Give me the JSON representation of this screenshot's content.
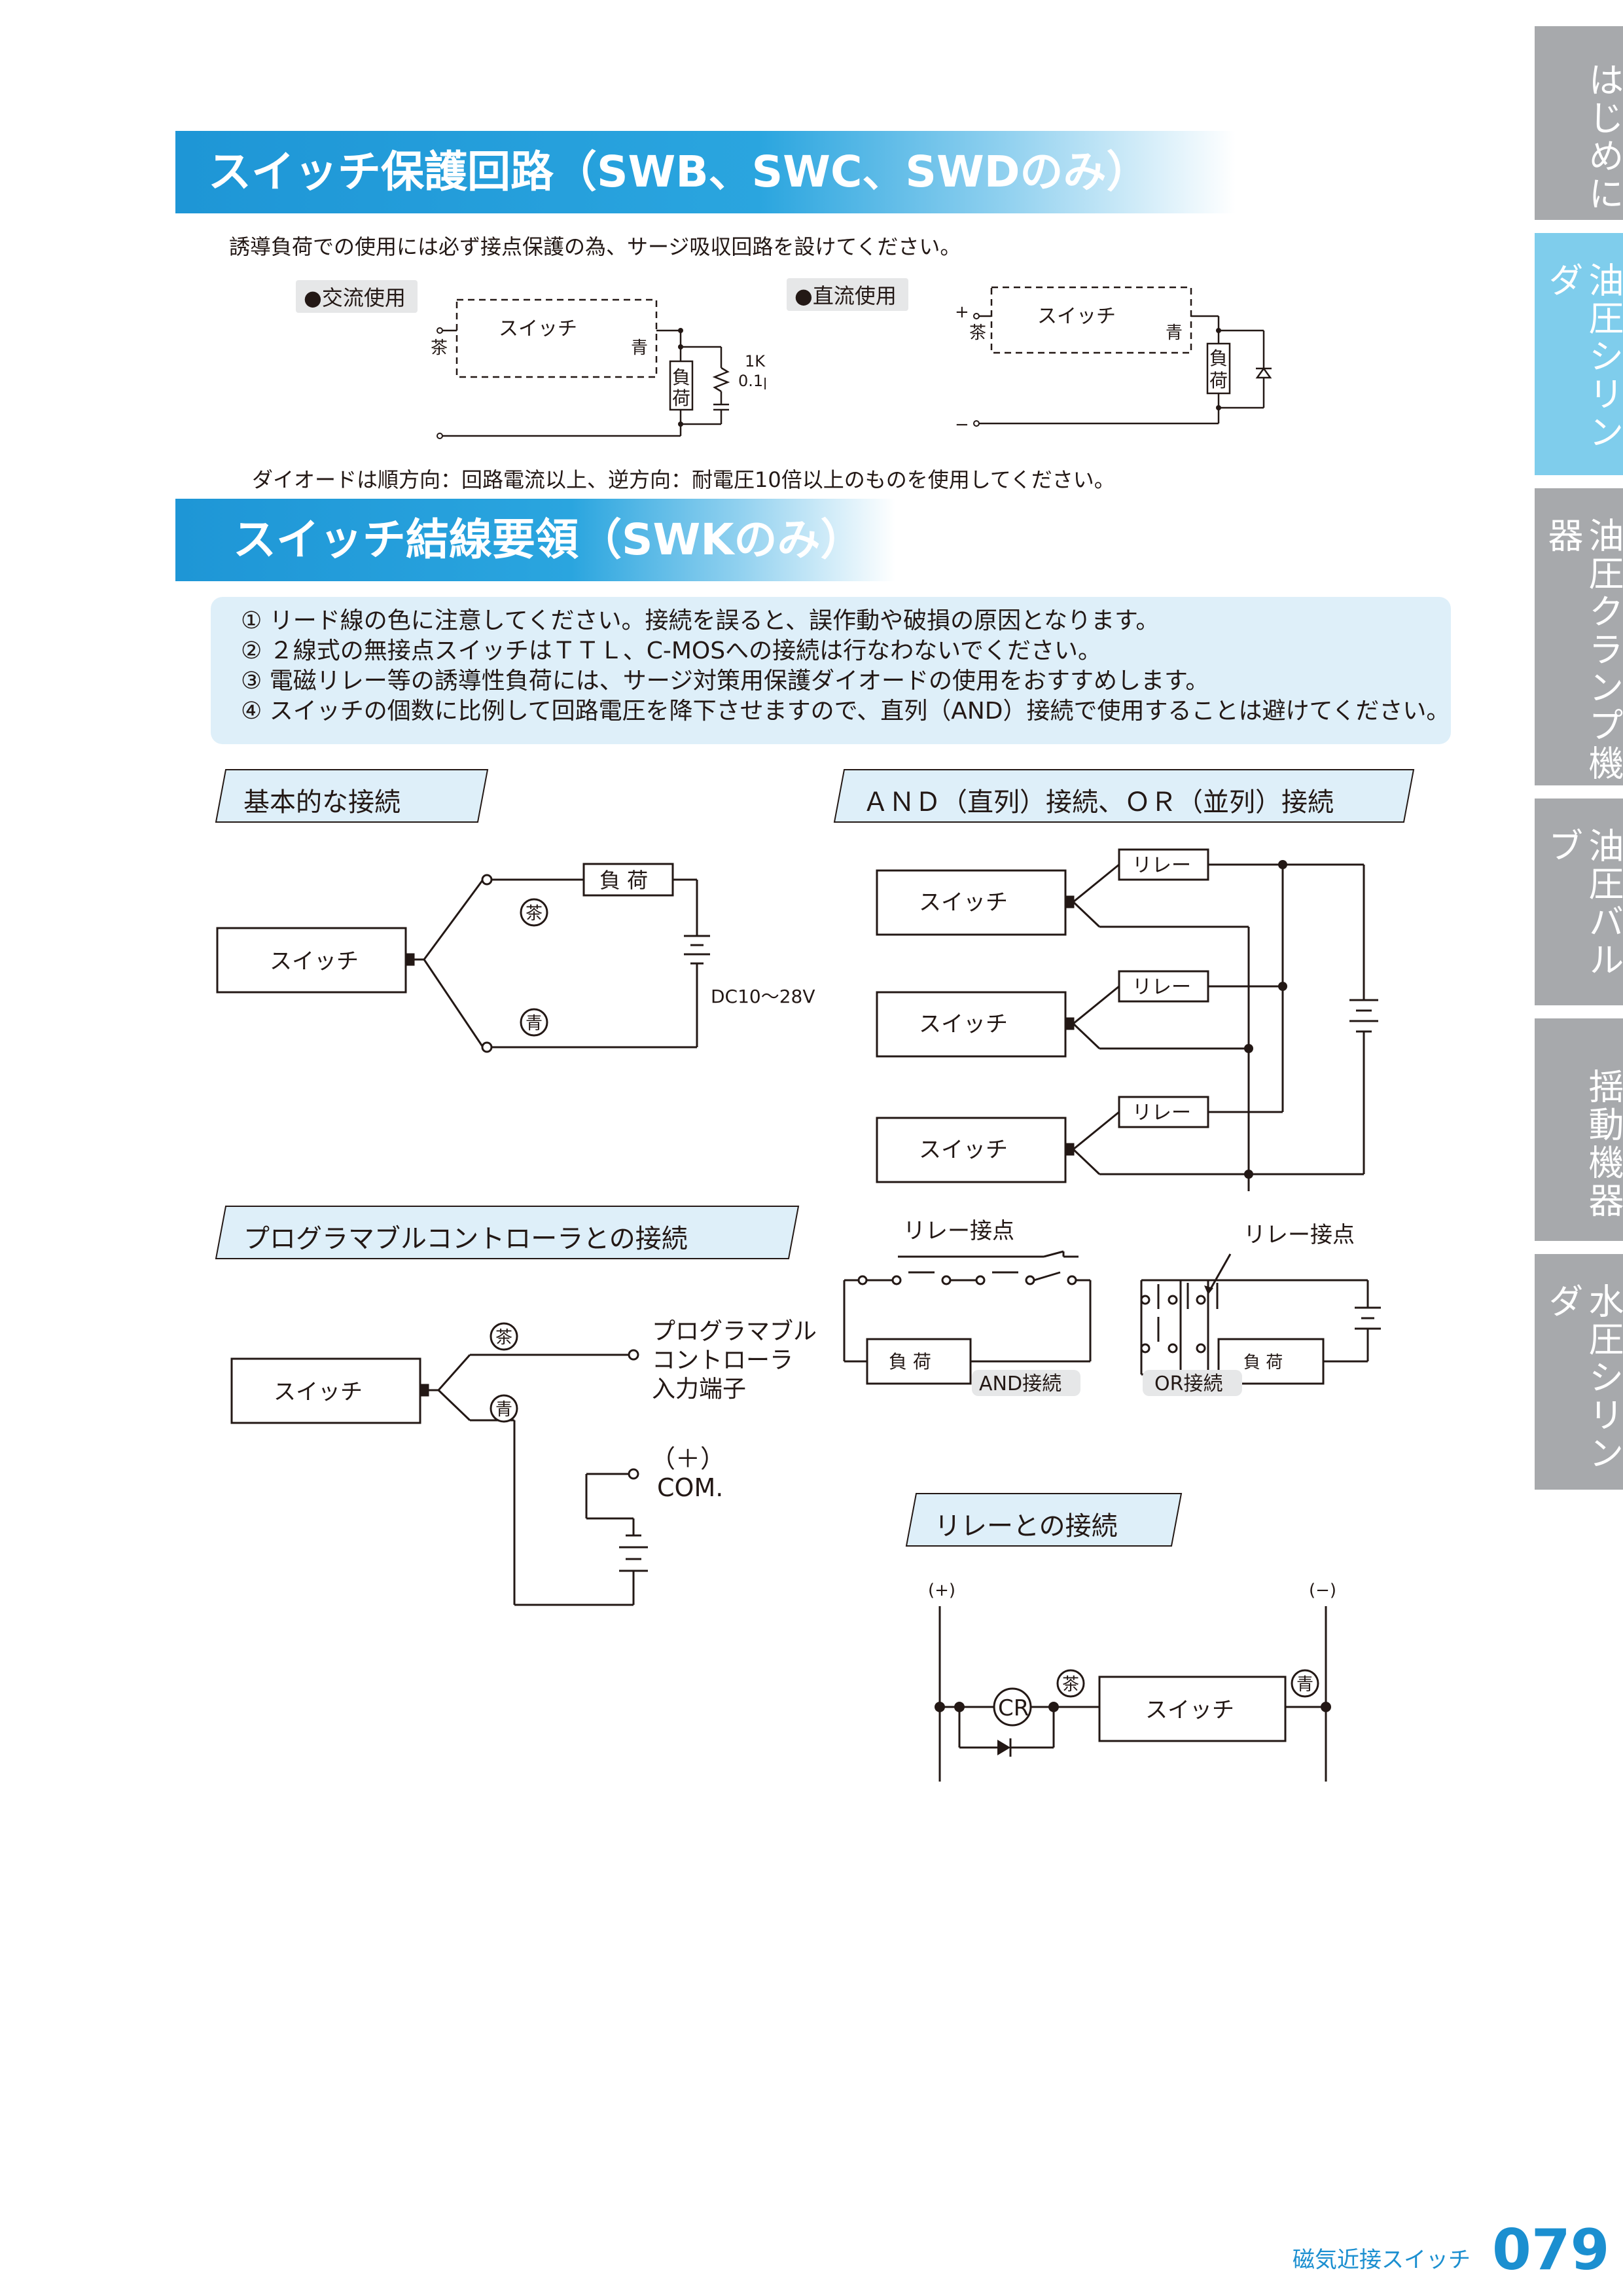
{
  "side_tabs": [
    {
      "label": "はじめに",
      "active": false
    },
    {
      "label": "油圧シリンダ",
      "active": true
    },
    {
      "label": "油圧クランプ機器",
      "active": false
    },
    {
      "label": "油圧バルブ",
      "active": false
    },
    {
      "label": "揺動機器",
      "active": false
    },
    {
      "label": "水圧シリンダ",
      "active": false
    }
  ],
  "section1": {
    "title": "スイッチ保護回路（SWB、SWC、SWDのみ）",
    "intro": "誘導負荷での使用には必ず接点保護の為、サージ吸収回路を設けてください。",
    "ac": {
      "label": "●交流使用",
      "switch": "スイッチ",
      "brown": "茶",
      "blue": "青",
      "load": "負荷",
      "resistor": "1KΩ",
      "capacitor": "0.1μF"
    },
    "dc": {
      "label": "●直流使用",
      "switch": "スイッチ",
      "brown": "茶",
      "blue": "青",
      "load": "負荷",
      "plus": "+",
      "minus": "−"
    },
    "diode_note": "ダイオードは順方向：回路電流以上、逆方向：耐電圧10倍以上のものを使用してください。"
  },
  "section2": {
    "title": "スイッチ結線要領（SWKのみ）",
    "notes": [
      "① リード線の色に注意してください。接続を誤ると、誤作動や破損の原因となります。",
      "② ２線式の無接点スイッチはＴＴＬ、C-MOSへの接続は行なわないでください。",
      "③ 電磁リレー等の誘導性負荷には、サージ対策用保護ダイオードの使用をおすすめします。",
      "④ スイッチの個数に比例して回路電圧を降下させますので、直列（AND）接続で使用することは避けてください。"
    ]
  },
  "basic": {
    "heading": "基本的な接続",
    "switch": "スイッチ",
    "load": "負 荷",
    "brown": "茶",
    "blue": "青",
    "voltage": "DC10～28V"
  },
  "and_or": {
    "heading": "ＡＮＤ（直列）接続、ＯＲ（並列）接続",
    "switches": [
      "スイッチ",
      "スイッチ",
      "スイッチ"
    ],
    "relays": [
      "リレー",
      "リレー",
      "リレー"
    ]
  },
  "plc": {
    "heading": "プログラマブルコントローラとの接続",
    "switch": "スイッチ",
    "brown": "茶",
    "blue": "青",
    "input_lines": [
      "プログラマブル",
      "コントローラ",
      "入力端子"
    ],
    "com_lines": [
      "（＋）",
      "COM."
    ]
  },
  "relay_contacts": {
    "left_label": "リレー接点",
    "right_label": "リレー接点",
    "left_load": "負 荷",
    "right_load": "負 荷",
    "and_badge": "AND接続",
    "or_badge": "OR接続"
  },
  "relay_conn": {
    "heading": "リレーとの接続",
    "plus": "(+)",
    "minus": "(−)",
    "cr": "CR",
    "brown": "茶",
    "blue": "青",
    "switch": "スイッチ"
  },
  "footer": {
    "title": "磁気近接スイッチ",
    "page": "079"
  },
  "colors": {
    "accent_blue": "#1e96d6",
    "tab_gray": "#a7a9ac",
    "tab_active": "#7fcdec",
    "note_bg": "#deeff9"
  }
}
